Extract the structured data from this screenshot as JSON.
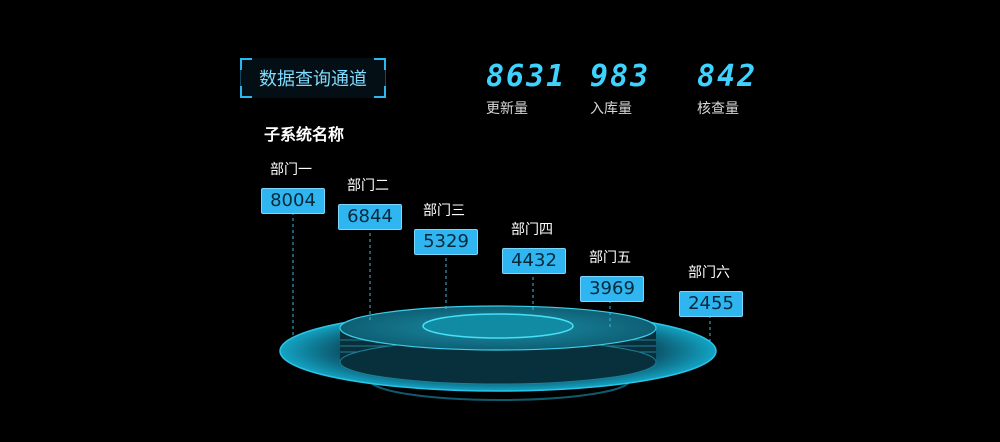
{
  "header": {
    "title": "数据查询通道"
  },
  "stats": [
    {
      "value": "8631",
      "label": "更新量"
    },
    {
      "value": "983",
      "label": "入库量"
    },
    {
      "value": "842",
      "label": "核查量"
    }
  ],
  "section": {
    "title": "子系统名称"
  },
  "departments": [
    {
      "name": "部门一",
      "value": "8004"
    },
    {
      "name": "部门二",
      "value": "6844"
    },
    {
      "name": "部门三",
      "value": "5329"
    },
    {
      "name": "部门四",
      "value": "4432"
    },
    {
      "name": "部门五",
      "value": "3969"
    },
    {
      "name": "部门六",
      "value": "2455"
    }
  ],
  "colors": {
    "accent": "#2fb6f1",
    "stat": "#3fd2ff",
    "title": "#7fdcff"
  }
}
